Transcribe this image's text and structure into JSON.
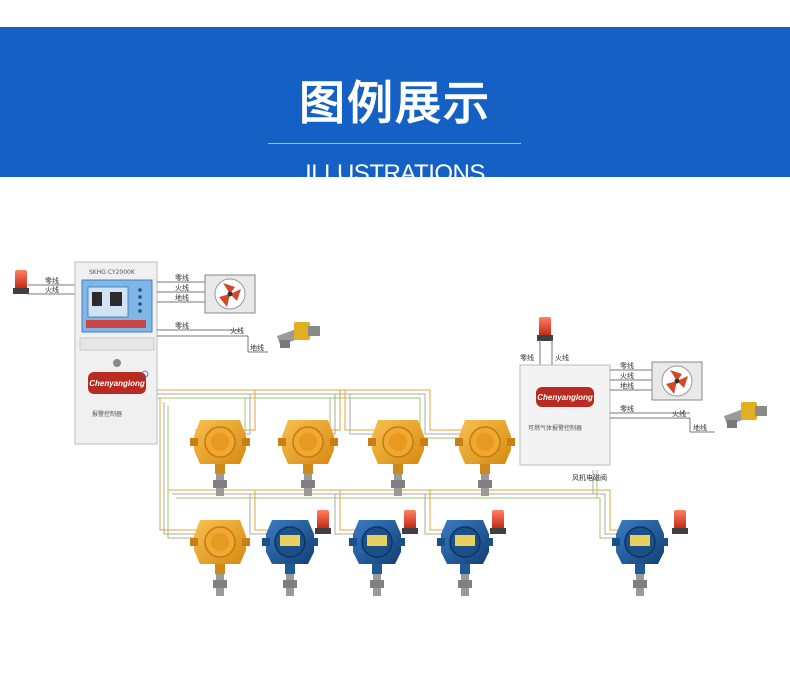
{
  "header": {
    "title": "图例展示",
    "subtitle": "ILLUSTRATIONS",
    "bg_color": "#1460c4"
  },
  "controller": {
    "model_text": "SKHG CY2000K",
    "brand": "Chenyanglong",
    "caption": "报警控制器"
  },
  "relay_box": {
    "brand": "Chenyanglong",
    "caption": "可燃气体报警控制器",
    "fan_box_label": "风机电磁阀"
  },
  "wires": {
    "neutral": "零线",
    "live": "火线",
    "ground": "地线"
  },
  "colors": {
    "detector_yellow": "#e8a020",
    "detector_blue": "#1d5c9c",
    "alarm_red": "#e0371c",
    "wire_orange": "#e9a23b",
    "wire_gray": "#a8a8a8",
    "wire_green": "#9acb6a"
  }
}
